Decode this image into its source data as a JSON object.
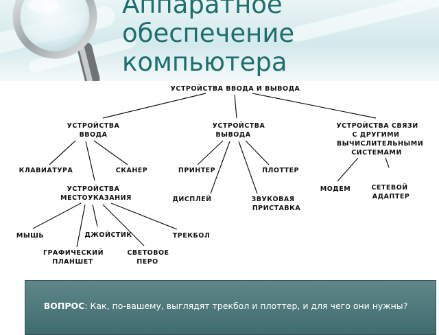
{
  "banner": {
    "title_lines": [
      "Аппаратное",
      "обеспечение",
      "компьютера"
    ]
  },
  "diagram": {
    "root": "УСТРОЙСТВА ВВОДА И ВЫВОДА",
    "input": {
      "line1": "УСТРОЙСТВА",
      "line2": "ВВОДА"
    },
    "output": {
      "line1": "УСТРОЙСТВА",
      "line2": "ВЫВОДА"
    },
    "comm": {
      "line1": "УСТРОЙСТВА  СВЯЗИ",
      "line2": "С ДРУГИМИ",
      "line3": "ВЫЧИСЛИТЕЛЬНЫМИ",
      "line4": "СИСТЕМАМИ"
    },
    "keyboard": "КЛАВИАТУРА",
    "scanner": "СКАНЕР",
    "pointing": {
      "line1": "УСТРОЙСТВА",
      "line2": "МЕСТОУКАЗАНИЯ"
    },
    "printer": "ПРИНТЕР",
    "plotter": "ПЛОТТЕР",
    "display": "ДИСПЛЕЙ",
    "sound": {
      "line1": "ЗВУКОВАЯ",
      "line2": "ПРИСТАВКА"
    },
    "modem": "МОДЕМ",
    "netcard": {
      "line1": "СЕТЕВОЙ",
      "line2": "АДАПТЕР"
    },
    "mouse": "МЫШЬ",
    "joystick": "ДЖОЙСТИК",
    "trackball": "ТРЕКБОЛ",
    "tablet": {
      "line1": "ГРАФИЧЕСКИЙ",
      "line2": "ПЛАНШЕТ"
    },
    "lightpen": {
      "line1": "СВЕТОВОЕ",
      "line2": "ПЕРО"
    }
  },
  "question": {
    "label": "ВОПРОС",
    "text": ": Как, по-вашему, выглядят трекбол и плоттер, и для чего они нужны?"
  }
}
